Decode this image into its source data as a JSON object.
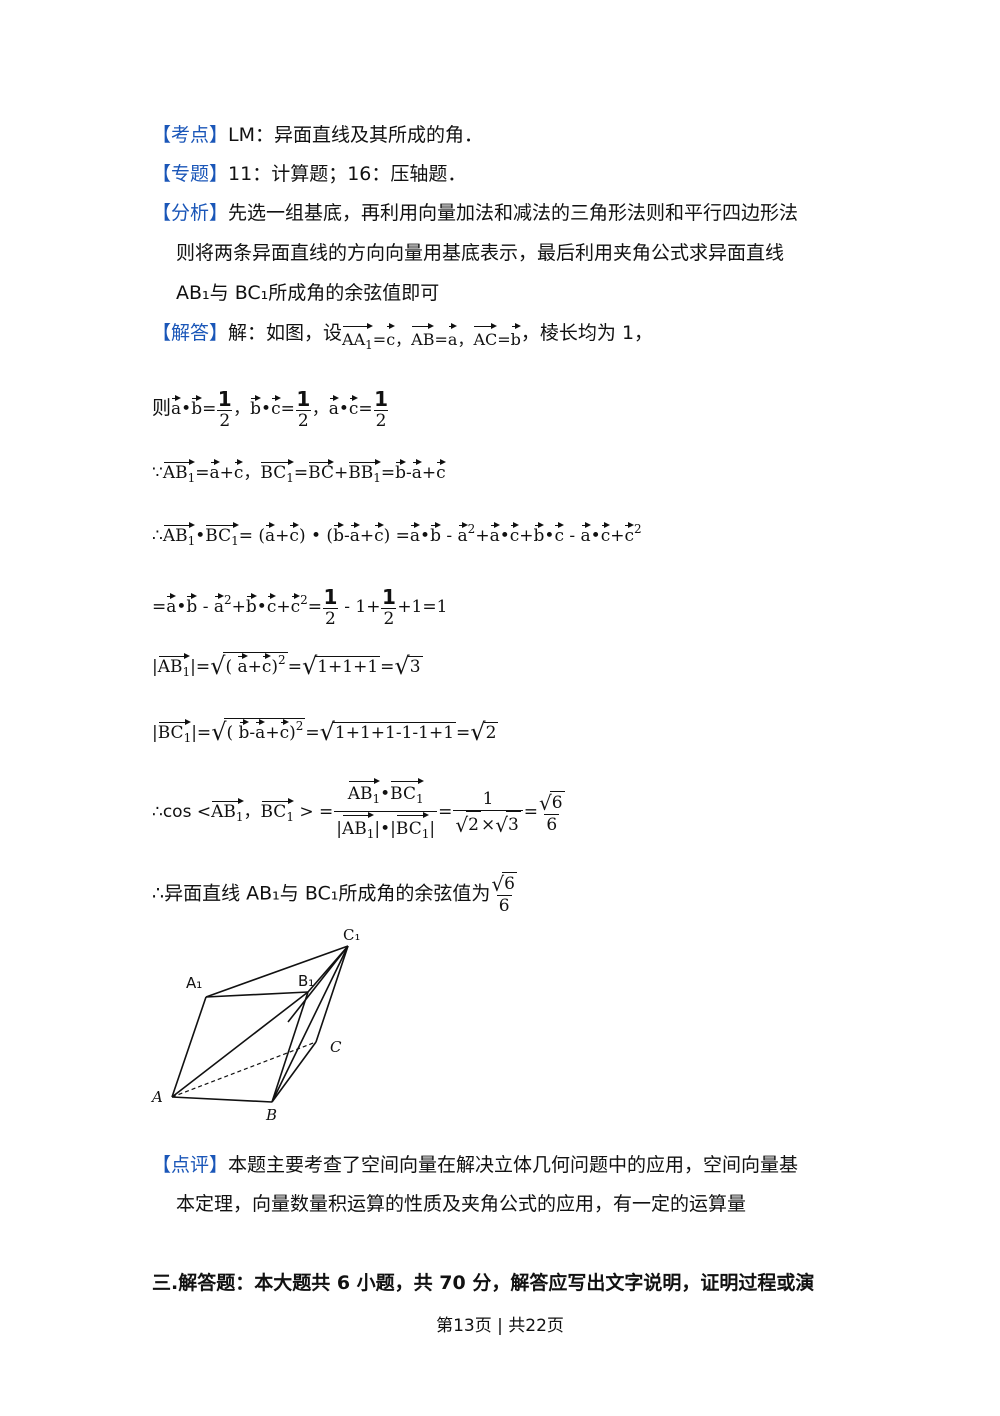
{
  "kaodian": {
    "tag": "【考点】",
    "text": "LM：异面直线及其所成的角．"
  },
  "zhuanti": {
    "tag": "【专题】",
    "text": "11：计算题；16：压轴题．"
  },
  "fenxi": {
    "tag": "【分析】",
    "line1": "先选一组基底，再利用向量加法和减法的三角形法则和平行四边形法",
    "line2": "则将两条异面直线的方向向量用基底表示，最后利用夹角公式求异面直线",
    "line3": "AB₁与 BC₁所成角的余弦值即可"
  },
  "jieda": {
    "tag": "【解答】",
    "lead": "解：如图，设",
    "tail": "，棱长均为 1，"
  },
  "steps": {
    "ze": "则",
    "because": "∵",
    "therefore": "∴",
    "cos": "∴cos <",
    "conclusion": "∴异面直线 AB₁与 BC₁所成角的余弦值为",
    "line4": "=a•b - a²+b•c+c²=1/2 - 1+1/2+1=1",
    "line5": "|AB₁|=√((a+c)²)=√(1+1+1)=√3",
    "line6": "|BC₁|=√((b-a+c)²)=√(1+1+1-1-1+1)=√2"
  },
  "figure": {
    "labels": [
      "C₁",
      "A₁",
      "B₁",
      "C",
      "A",
      "B"
    ]
  },
  "dianping": {
    "tag": "【点评】",
    "line1": "本题主要考查了空间向量在解决立体几何问题中的应用，空间向量基",
    "line2": "本定理，向量数量积运算的性质及夹角公式的应用，有一定的运算量"
  },
  "section_heading": "三.解答题：本大题共 6 小题，共 70 分，解答应写出文字说明，证明过程或演",
  "footer": "第13页 | 共22页",
  "colors": {
    "tag": "#1a56b8",
    "text": "#111111"
  }
}
